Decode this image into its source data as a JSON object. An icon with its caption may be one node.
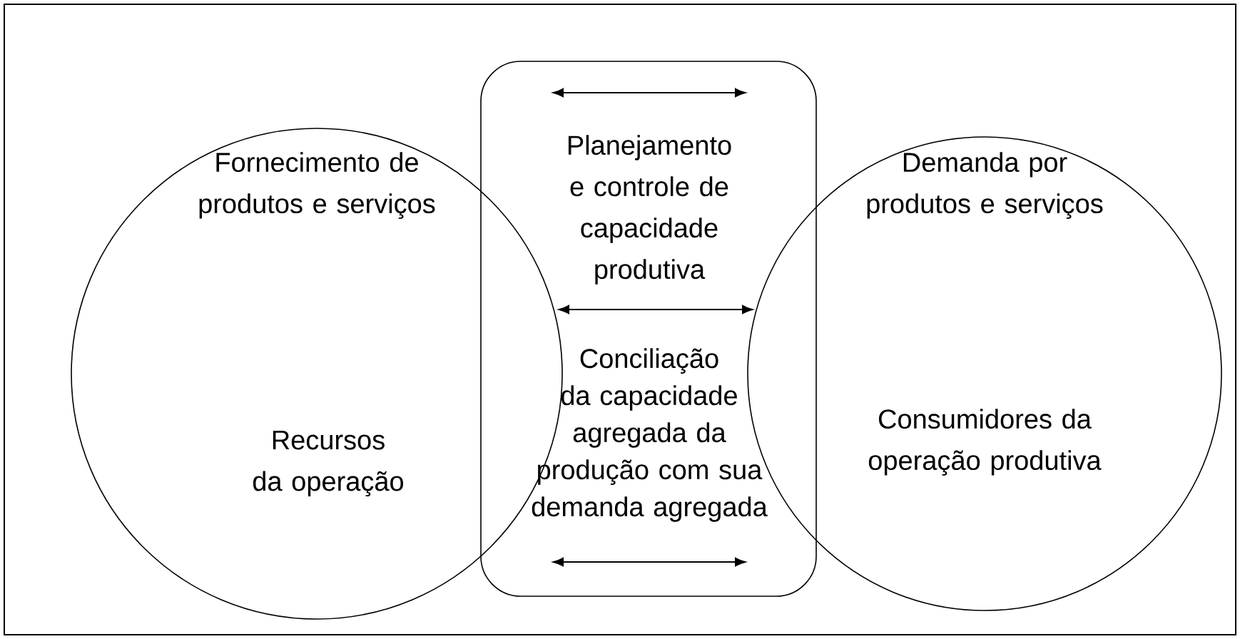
{
  "diagram": {
    "nodes": [
      {
        "text": [
          "Fornecimento de produtos e serviços",
          "Recursos da operação"
        ]
      },
      {
        "text": [
          "Planejamento e controle de capacidade produtiva",
          "Conciliação da capacidade agregada da produção com sua demanda agregada"
        ]
      },
      {
        "text": [
          "Demanda por produtos e serviços",
          "Consumidores da operação produtiva"
        ]
      }
    ]
  }
}
